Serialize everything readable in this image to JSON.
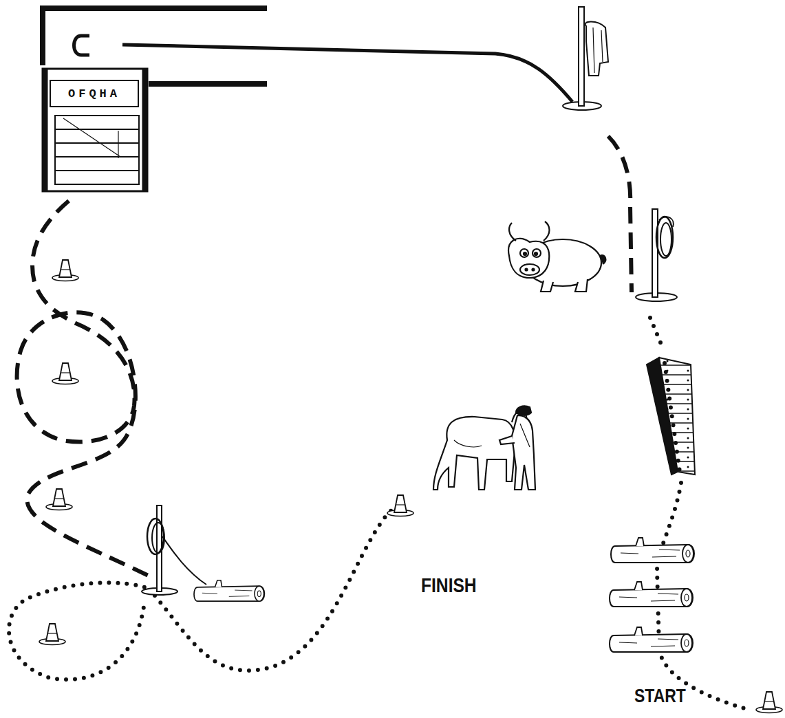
{
  "diagram": {
    "nodes": [
      {
        "text": [
          "OFQHA"
        ]
      }
    ],
    "labels": [
      "FINISH",
      "START"
    ]
  }
}
